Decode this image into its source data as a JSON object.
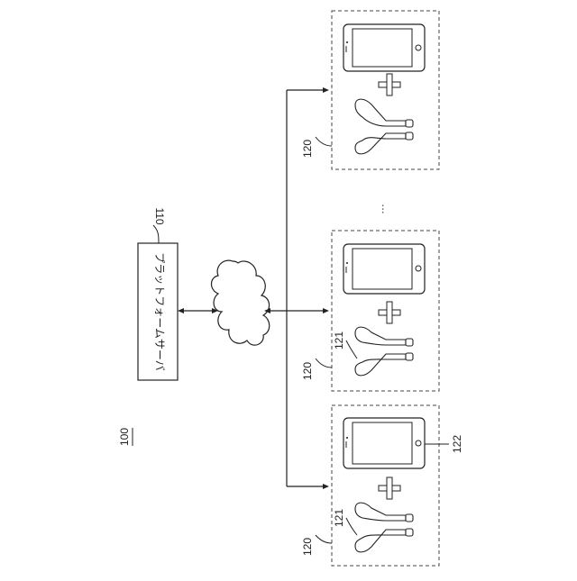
{
  "figure": {
    "system_label": "100",
    "server": {
      "label": "プラットフォームサーバ",
      "ref": "110"
    },
    "devices": [
      {
        "group_ref": "120"
      },
      {
        "group_ref": "120",
        "earphone_ref": "121"
      },
      {
        "group_ref": "120",
        "earphone_ref": "121",
        "phone_ref": "122"
      }
    ],
    "ellipsis": "…"
  }
}
